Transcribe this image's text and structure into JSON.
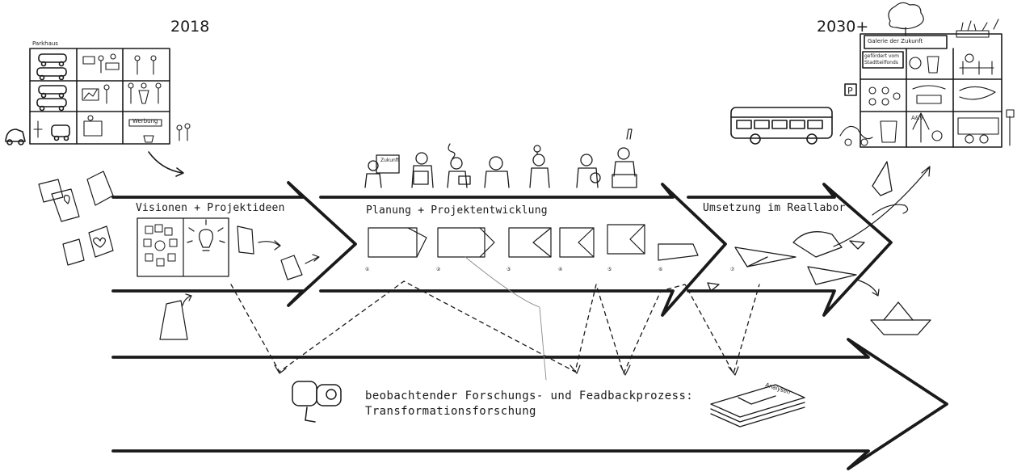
{
  "timeline": {
    "start_year": "2018",
    "end_year": "2030+"
  },
  "past_scene": {
    "building_label": "Parkhaus",
    "sign_label": "Werbung"
  },
  "future_scene": {
    "building_label": "Galerie der Zukunft",
    "funding_sign": "gefördert vom Stadtteilfonds",
    "door_sign": "A&V"
  },
  "stages": [
    {
      "label": "Visionen + Projektideen"
    },
    {
      "label": "Planung + Projektentwicklung"
    },
    {
      "label": "Umsetzung im Reallabor"
    }
  ],
  "folding_steps": [
    "①",
    "②",
    "③",
    "④",
    "⑤",
    "⑥",
    "⑦"
  ],
  "research": {
    "line1": "beobachtender Forschungs- und Feadbackprozess:",
    "line2": "Transformationsforschung",
    "document_label": "Analysen"
  },
  "planner_sign": "Zukunft",
  "colors": {
    "ink": "#1a1a1a",
    "background": "#ffffff"
  },
  "icons": [
    "car-icon",
    "lightbulb-icon",
    "heart-icon",
    "binoculars-icon",
    "paper-plane-icon",
    "paper-boat-icon",
    "bus-icon",
    "tree-icon",
    "folded-paper-icon",
    "document-stack-icon"
  ]
}
